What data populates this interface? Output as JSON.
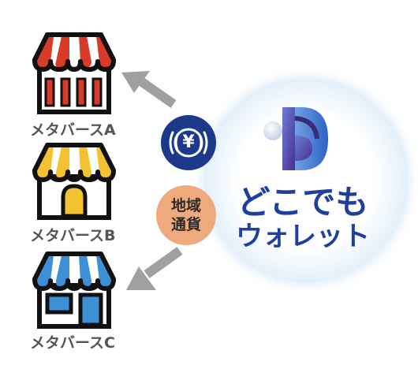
{
  "stores": [
    {
      "label": "メタバースA",
      "awning_color": "#d93b2b"
    },
    {
      "label": "メタバースB",
      "awning_color": "#f2c230"
    },
    {
      "label": "メタバースC",
      "awning_color": "#3d8fd6"
    }
  ],
  "currency_badges": {
    "yen_symbol": "¥",
    "local_currency_line1": "地域",
    "local_currency_line2": "通貨"
  },
  "wallet": {
    "name_line1": "どこでも",
    "name_line2": "ウォレット",
    "brand_color": "#1e3f9e",
    "logo": "wallet-logo-icon"
  },
  "arrow_color": "#a0a0a0"
}
